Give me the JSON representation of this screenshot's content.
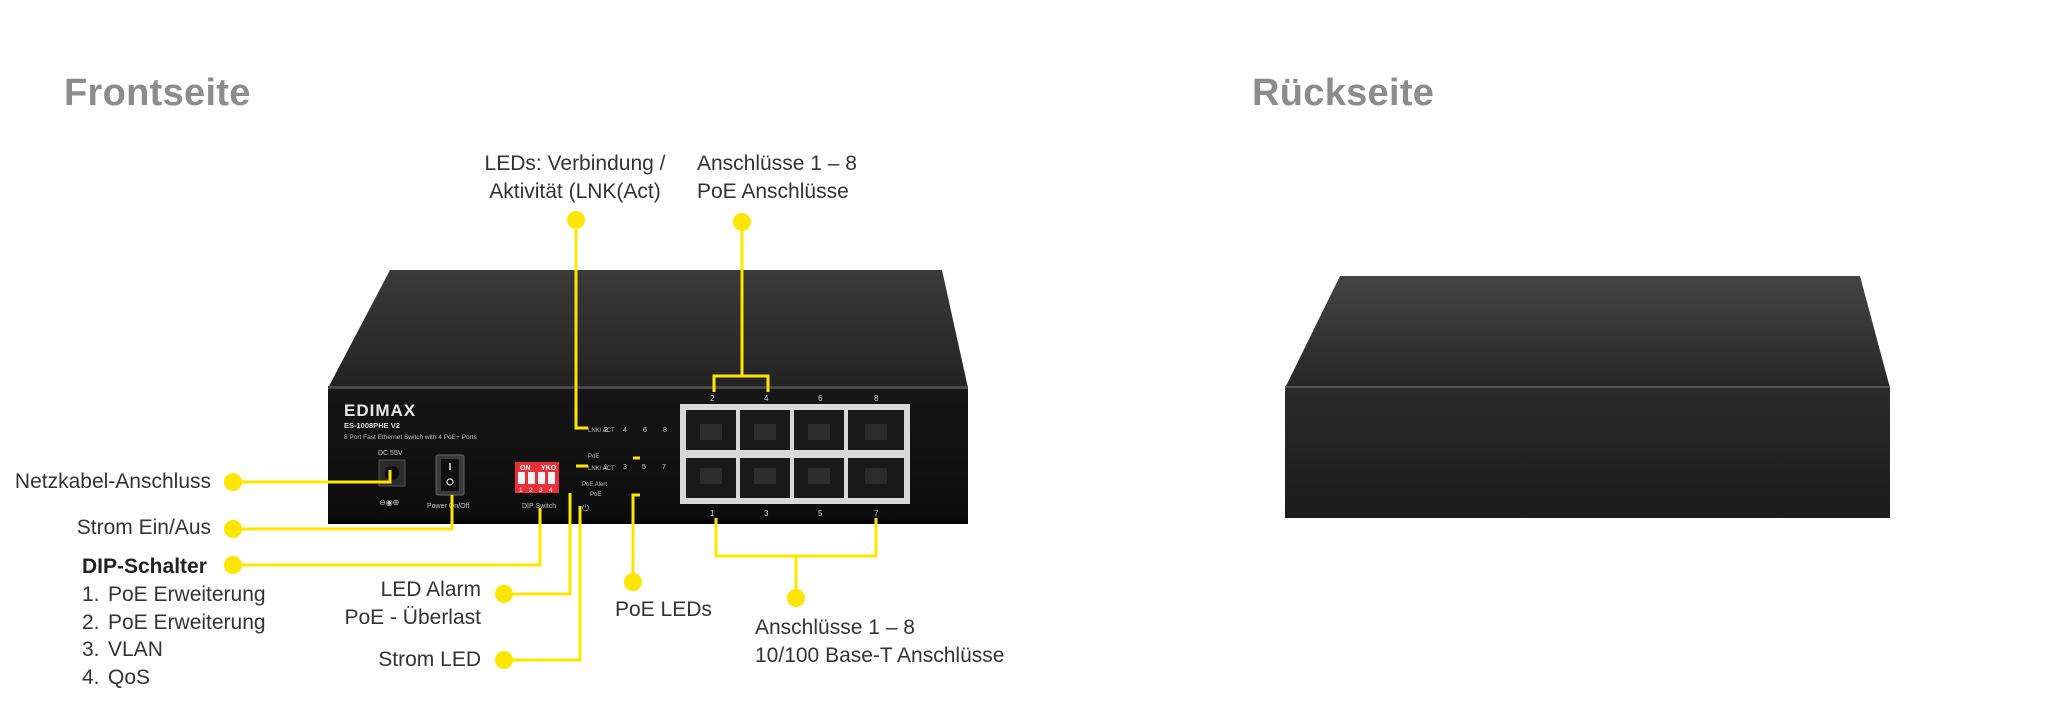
{
  "headings": {
    "front": "Frontseite",
    "back": "Rückseite"
  },
  "device": {
    "brand": "EDIMAX",
    "model": "ES-1008PHE V2",
    "description": "8 Port Fast Ethernet Switch with 4 PoE+ Ports",
    "dc_label": "DC 55V",
    "power_label": "Power On/Off",
    "dip_label": "DIP Switch",
    "dip_on": "ON",
    "dip_top_keys": "YKO",
    "dip_numbers": [
      "1",
      "2",
      "3",
      "4"
    ],
    "led_lnk": "LNK/ ACT",
    "led_poe": "PoE",
    "led_poe_alert": "PoE Alert",
    "top_port_numbers": [
      "2",
      "4",
      "6",
      "8"
    ],
    "bottom_port_numbers": [
      "1",
      "3",
      "5",
      "7"
    ],
    "led_top_numbers": [
      "2",
      "4",
      "6",
      "8"
    ],
    "led_bottom_numbers": [
      "1",
      "3",
      "5",
      "7"
    ]
  },
  "callouts": {
    "leds_link": [
      "LEDs: Verbindung /",
      "Aktivität (LNK(Act)"
    ],
    "ports_poe": [
      "Anschlüsse 1 – 8",
      "PoE Anschlüsse"
    ],
    "power_jack": "Netzkabel-Anschluss",
    "power_switch": "Strom Ein/Aus",
    "dip_title": "DIP-Schalter",
    "dip_items": [
      {
        "num": "1.",
        "text": "PoE Erweiterung"
      },
      {
        "num": "2.",
        "text": "PoE Erweiterung"
      },
      {
        "num": "3.",
        "text": "VLAN"
      },
      {
        "num": "4.",
        "text": "QoS"
      }
    ],
    "led_alarm": [
      "LED Alarm",
      "PoE - Überlast"
    ],
    "power_led": "Strom LED",
    "poe_leds": "PoE LEDs",
    "ports_base": [
      "Anschlüsse 1 – 8",
      "10/100 Base-T Anschlüsse"
    ]
  },
  "colors": {
    "accent": "#ffe600",
    "heading": "#8c8c8c",
    "device": "#1e1e1e"
  }
}
